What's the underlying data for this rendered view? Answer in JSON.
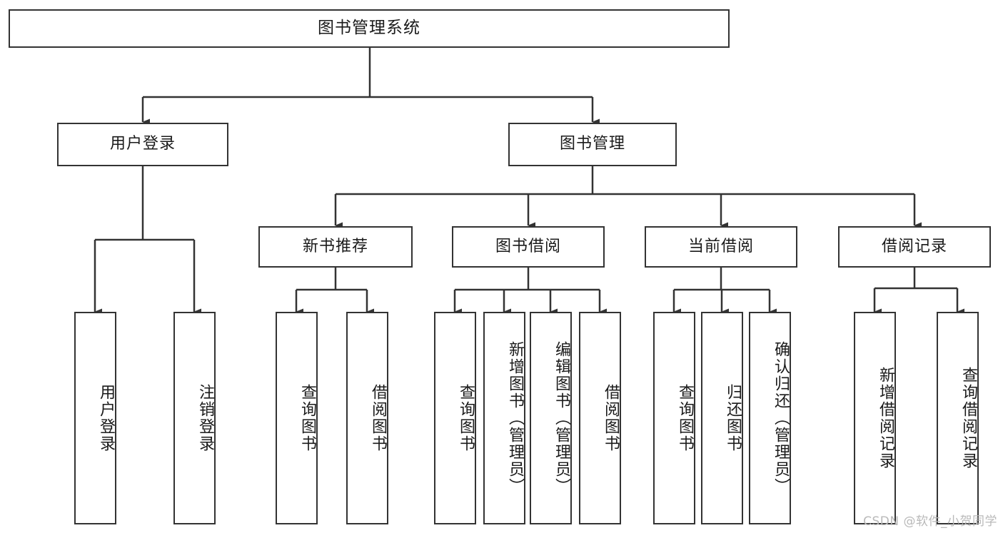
{
  "diagram": {
    "title": "图书管理系统",
    "watermark": "CSDN @软件_小贺同学",
    "colors": {
      "stroke": "#333333",
      "box_fill": "#ffffff",
      "text": "#1a1a1a",
      "background": "#ffffff",
      "watermark": "#b9b9b9"
    },
    "nodes": {
      "root": {
        "label": "图书管理系统"
      },
      "level1": [
        {
          "label": "用户登录"
        },
        {
          "label": "图书管理"
        }
      ],
      "level2": [
        {
          "label": "新书推荐"
        },
        {
          "label": "图书借阅"
        },
        {
          "label": "当前借阅"
        },
        {
          "label": "借阅记录"
        }
      ],
      "leaves": {
        "user_login": [
          {
            "label": "用户登录"
          },
          {
            "label": "注销登录"
          }
        ],
        "new_book": [
          {
            "label": "查询图书"
          },
          {
            "label": "借阅图书"
          }
        ],
        "book_borrow": [
          {
            "label": "查询图书"
          },
          {
            "label": "新增图书（管理员）"
          },
          {
            "label": "编辑图书（管理员）"
          },
          {
            "label": "借阅图书"
          }
        ],
        "current_borrow": [
          {
            "label": "查询图书"
          },
          {
            "label": "归还图书"
          },
          {
            "label": "确认归还（管理员）"
          }
        ],
        "borrow_record": [
          {
            "label": "新增借阅记录"
          },
          {
            "label": "查询借阅记录"
          }
        ]
      }
    }
  }
}
